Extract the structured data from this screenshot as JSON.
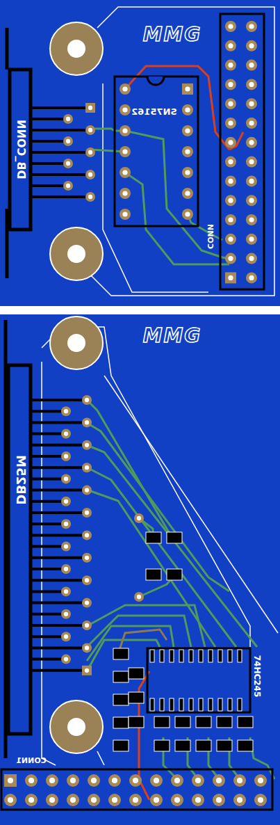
{
  "diagram": {
    "labels": [
      "MMG",
      "DB_CONN",
      "SN75162",
      "CONN",
      "MMG",
      "DB25M",
      "74HC245",
      "CONN1"
    ]
  }
}
